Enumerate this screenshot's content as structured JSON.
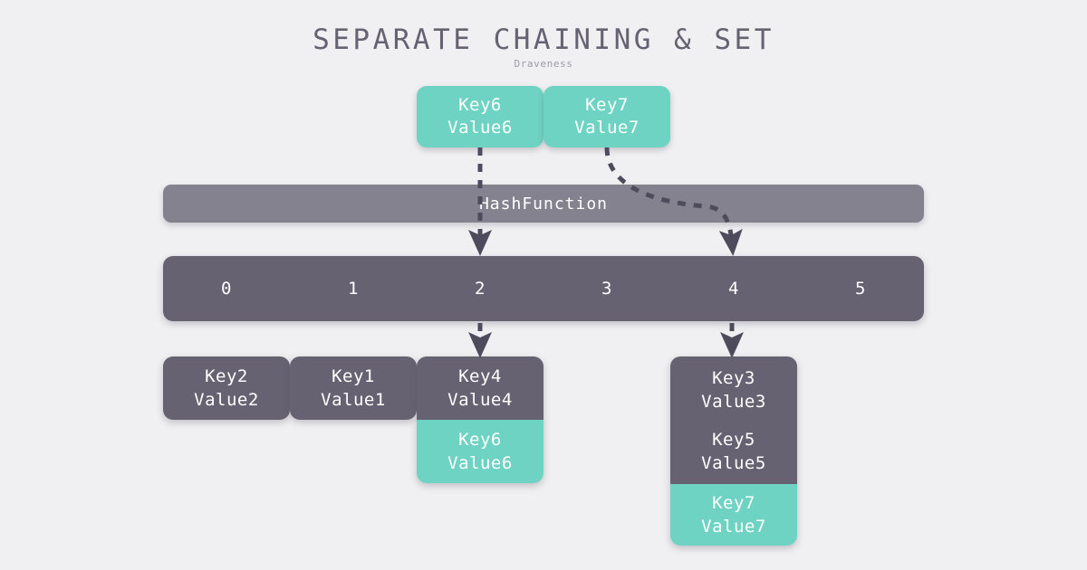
{
  "header": {
    "title": "SEPARATE CHAINING & SET",
    "subtitle": "Draveness"
  },
  "colors": {
    "background": "#f0f0f2",
    "dark_slate": "#666272",
    "mid_slate": "#84828f",
    "accent_teal": "#6ed3c3",
    "text_light": "#ffffff",
    "title_text": "#666272",
    "subtitle_text": "#9c9aa8"
  },
  "inputs": [
    {
      "key": "Key6",
      "value": "Value6",
      "style": "teal"
    },
    {
      "key": "Key7",
      "value": "Value7",
      "style": "teal"
    }
  ],
  "hash_function": {
    "label": "HashFunction"
  },
  "bucket_array": {
    "indices": [
      "0",
      "1",
      "2",
      "3",
      "4",
      "5"
    ]
  },
  "chains": [
    {
      "bucket": "0",
      "entries": [
        {
          "key": "Key2",
          "value": "Value2",
          "style": "dark"
        }
      ]
    },
    {
      "bucket": "1",
      "entries": [
        {
          "key": "Key1",
          "value": "Value1",
          "style": "dark"
        }
      ]
    },
    {
      "bucket": "2",
      "entries": [
        {
          "key": "Key4",
          "value": "Value4",
          "style": "dark"
        },
        {
          "key": "Key6",
          "value": "Value6",
          "style": "teal"
        }
      ]
    },
    {
      "bucket": "4",
      "entries": [
        {
          "key": "Key3",
          "value": "Value3",
          "style": "dark"
        },
        {
          "key": "Key5",
          "value": "Value5",
          "style": "dark"
        },
        {
          "key": "Key7",
          "value": "Value7",
          "style": "teal"
        }
      ]
    }
  ],
  "arrows": [
    {
      "name": "key6-to-bucket-2",
      "from": "Key6",
      "to": "bucket 2"
    },
    {
      "name": "key7-to-bucket-4",
      "from": "Key7",
      "to": "bucket 4"
    },
    {
      "name": "bucket-2-to-chain",
      "from": "bucket 2",
      "to": "chain 2"
    },
    {
      "name": "bucket-4-to-chain",
      "from": "bucket 4",
      "to": "chain 4"
    }
  ]
}
